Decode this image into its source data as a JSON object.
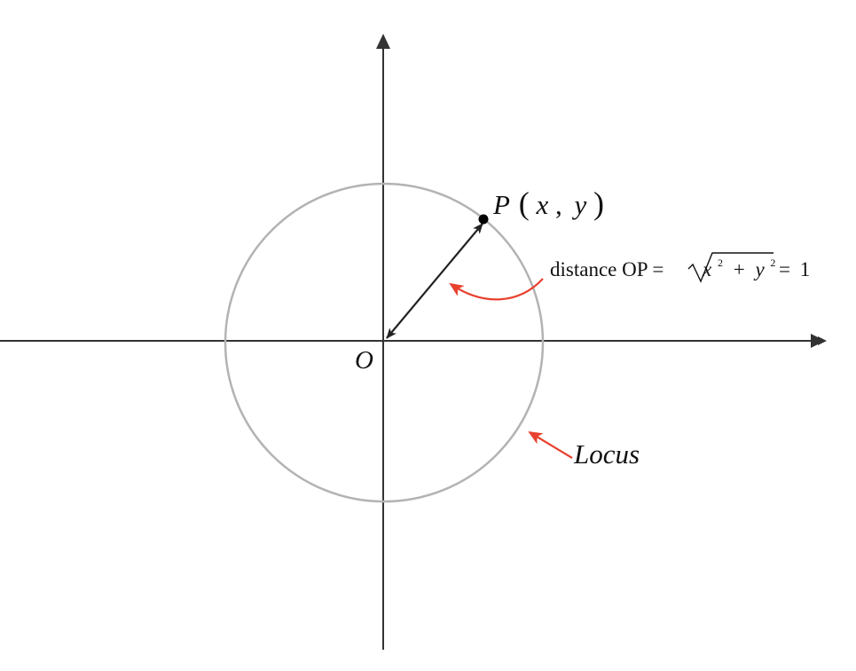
{
  "labels": {
    "origin": "O",
    "point_name": "P",
    "point_open_paren": "(",
    "point_x": "x",
    "point_comma": ",",
    "point_y": "y",
    "point_close_paren": ")",
    "distance_prefix": "distance OP =",
    "formula_x": "x",
    "formula_exp_x": "2",
    "formula_plus": "+",
    "formula_y": "y",
    "formula_exp_y": "2",
    "formula_equals": "=",
    "formula_result": "1",
    "locus": "Locus"
  },
  "colors": {
    "axis": "#333333",
    "circle": "#b3b3b3",
    "radius": "#222222",
    "callout": "#e8412f",
    "text": "#111111"
  }
}
